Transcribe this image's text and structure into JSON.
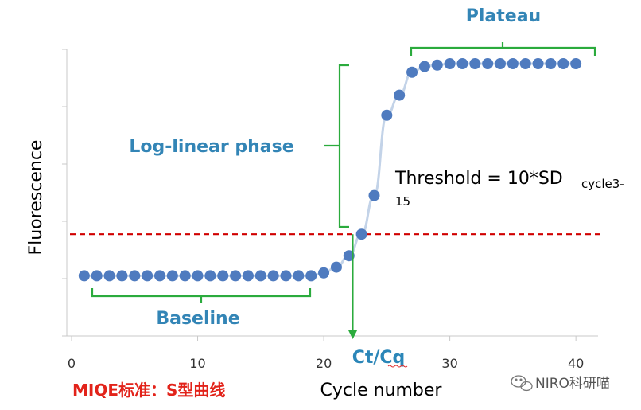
{
  "chart_data": {
    "type": "scatter",
    "xlabel": "Cycle number",
    "ylabel": "Fluorescence",
    "xlim": [
      0,
      41
    ],
    "ylim": [
      0,
      100
    ],
    "x_ticks": [
      0,
      10,
      20,
      30,
      40
    ],
    "y_gridlines": false,
    "series": [
      {
        "x": [
          1,
          2,
          3,
          4,
          5,
          6,
          7,
          8,
          9,
          10,
          11,
          12,
          13,
          14,
          15,
          16,
          17,
          18,
          19,
          20,
          21,
          22,
          23,
          24,
          25,
          26,
          27,
          28,
          29,
          30,
          31,
          32,
          33,
          34,
          35,
          36,
          37,
          38,
          39,
          40
        ],
        "y": [
          21,
          21,
          21,
          21,
          21,
          21,
          21,
          21,
          21,
          21,
          21,
          21,
          21,
          21,
          21,
          21,
          21,
          21,
          21,
          22,
          24,
          28,
          35.5,
          49,
          77,
          84,
          92,
          94,
          94.5,
          95,
          95,
          95,
          95,
          95,
          95,
          95,
          95,
          95,
          95,
          95
        ]
      }
    ],
    "threshold": 35.5,
    "ct": 22.3,
    "colors": {
      "points": "#4f7bbf",
      "curve": "#c3d3e8",
      "threshold_line": "#d00000",
      "brackets": "#2bab3d",
      "phase_labels": "#3385b6",
      "ct_label": "#2b86b8",
      "miqe": "#e2231a"
    },
    "annotations": {
      "plateau": "Plateau",
      "log_linear": "Log-linear phase",
      "baseline": "Baseline",
      "threshold_main": "Threshold = 10*SD",
      "threshold_sub1": "cycle3-",
      "threshold_sub2": "15",
      "ct_label": "Ct/Cq"
    }
  },
  "caption": {
    "miqe": "MIQE标准：S型曲线"
  },
  "watermark": {
    "text": "NIRO科研喵"
  }
}
